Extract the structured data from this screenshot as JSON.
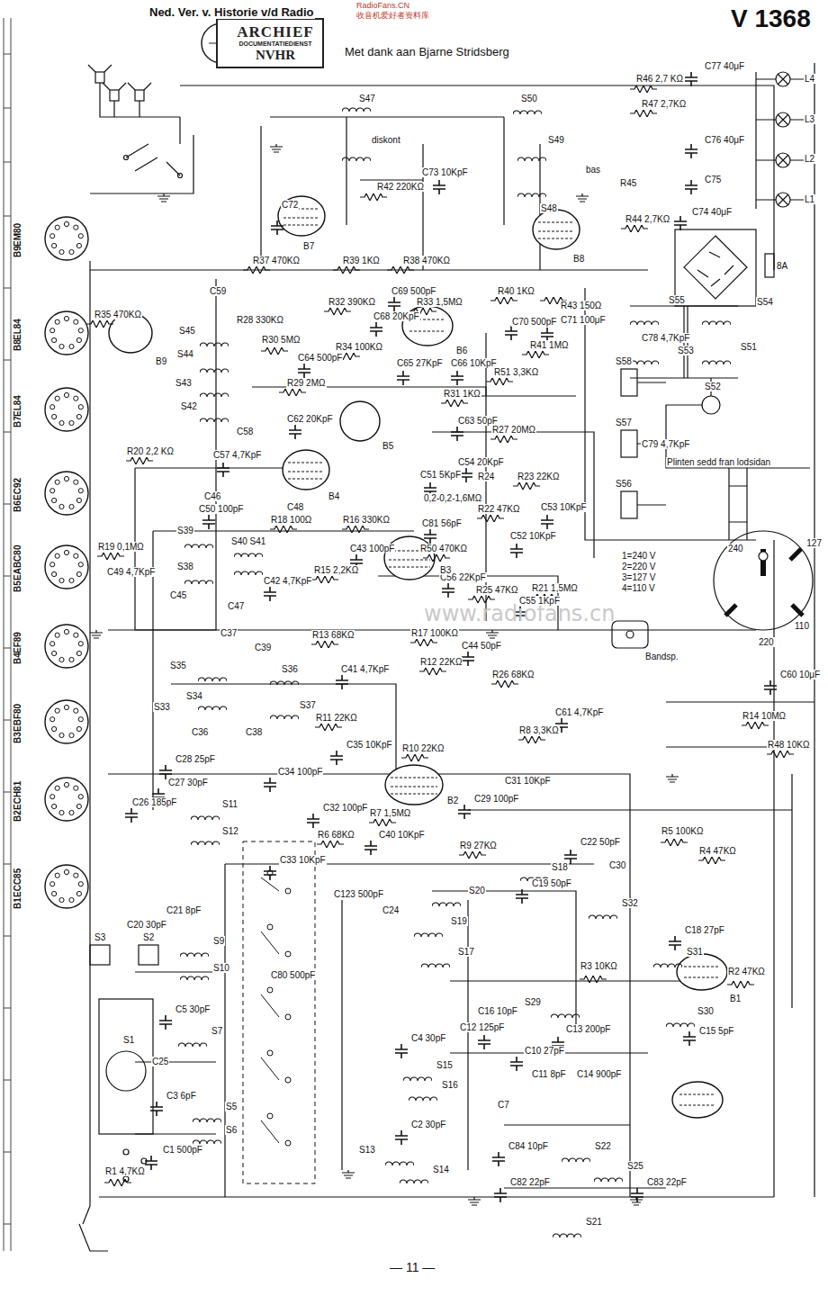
{
  "diagram": {
    "title": "V 1368",
    "nodes": [
      {
        "text": [
          "ARCHIEF",
          "DOCUMENTATIEDIENST",
          "NVHR"
        ]
      },
      {
        "text": [
          "B9",
          "EM80"
        ]
      },
      {
        "text": [
          "B8",
          "EL84"
        ]
      },
      {
        "text": [
          "B7",
          "EL84"
        ]
      },
      {
        "text": [
          "B6",
          "EC92"
        ]
      },
      {
        "text": [
          "B5",
          "EABC80"
        ]
      },
      {
        "text": [
          "B4",
          "EF89"
        ]
      },
      {
        "text": [
          "B3",
          "EBF80"
        ]
      },
      {
        "text": [
          "B2",
          "ECH81"
        ]
      },
      {
        "text": [
          "B1",
          "ECC85"
        ]
      }
    ],
    "labels": [
      "Ned. Ver. v. Historie v/d Radio",
      "Met dank aan Bjarne Stridsberg",
      "RadioFans.CN",
      "收音机爱好者资料库",
      "www.radiofans.cn",
      "— 11 —",
      "S47",
      "diskont",
      "C72",
      "R42 220KΩ",
      "C73 10KpF",
      "S50",
      "S49",
      "S48",
      "bas",
      "R46 2,7 KΩ",
      "R47 2,7KΩ",
      "C77 40μF",
      "C76 40μF",
      "R45",
      "C75",
      "R44 2,7KΩ",
      "C74 40μF",
      "L4",
      "L3",
      "L2",
      "L1",
      "8A",
      "S55",
      "S54",
      "S53",
      "S52",
      "S51",
      "S58",
      "C78 4,7KpF",
      "S57",
      "C79 4,7KpF",
      "S56",
      "Plinten sedd fran lodsidan",
      "R43 150Ω",
      "C71 100μF",
      "R40 1KΩ",
      "R41 1MΩ",
      "C70 500pF",
      "R38 470KΩ",
      "R39 1KΩ",
      "R37 470KΩ",
      "R35 470KΩ",
      "C69 500pF",
      "R32 390KΩ",
      "R33 1,5MΩ",
      "C68 20KpF",
      "R34 100KΩ",
      "R30 5MΩ",
      "C64 500pF",
      "R28 330KΩ",
      "R29 2MΩ",
      "C65 27KpF",
      "C66 10KpF",
      "R31 1KΩ",
      "R51 3,3KΩ",
      "C63 50pF",
      "R27 20MΩ",
      "C62 20KpF",
      "C59",
      "S45",
      "S44",
      "S43",
      "S42",
      "C58",
      "C57 4,7KpF",
      "R20 2,2 KΩ",
      "C54 20KpF",
      "R24",
      "R23 22KΩ",
      "C51 5KpF",
      "R22 47KΩ",
      "C53 10KpF",
      "C52 10KpF",
      "C81 56pF",
      "R50 470KΩ",
      "0,2-0,2-1,6MΩ",
      "R21 1,5MΩ",
      "1=240 V",
      "2=220 V",
      "3=127 V",
      "4=110 V",
      "240",
      "127",
      "110",
      "220",
      "Bandsp.",
      "R19 0,1MΩ",
      "C49 4,7KpF",
      "C50 100pF",
      "C46",
      "R18 100Ω",
      "C48",
      "R16 330KΩ",
      "C43 100pF",
      "S39",
      "S38",
      "S40 S41",
      "C45",
      "C47",
      "C42 4,7KpF",
      "R15 2,2KΩ",
      "C56 22KpF",
      "R25 47KΩ",
      "C55 1KpF",
      "R17 100KΩ",
      "C44 50pF",
      "R13 68KΩ",
      "C41 4,7KpF",
      "R12 22KΩ",
      "R26 68KΩ",
      "C37",
      "C39",
      "S35",
      "S36",
      "S34",
      "S33",
      "S37",
      "C36",
      "C38",
      "R11 22KΩ",
      "C35 10KpF",
      "R10 22KΩ",
      "C34 100pF",
      "C61 4,7KpF",
      "R8 3,3KΩ",
      "R14 10MΩ",
      "C60 10μF",
      "R48 10KΩ",
      "C28 25pF",
      "C27 30pF",
      "C26 185pF",
      "S11",
      "S12",
      "C32 100pF",
      "R6 68KΩ",
      "C33 10KpF",
      "R7 1,5MΩ",
      "C40 10KpF",
      "C29 100pF",
      "C31 10KpF",
      "R9 27KΩ",
      "R5 100KΩ",
      "R4 47KΩ",
      "C21 8pF",
      "C20 30pF",
      "S9",
      "S10",
      "S3",
      "S2",
      "C123 500pF",
      "C24",
      "C22 50pF",
      "S18",
      "C19 50pF",
      "S20",
      "S19",
      "S17",
      "C30",
      "S32",
      "C18 27pF",
      "S31",
      "R3 10KΩ",
      "R2 47KΩ",
      "S29",
      "S30",
      "C15 5pF",
      "C80 500pF",
      "C5 30pF",
      "S7",
      "S1",
      "C25",
      "C3 6pF",
      "S5",
      "S6",
      "C1 500pF",
      "R1 4,7KΩ",
      "C4 30pF",
      "S15",
      "S16",
      "C2 30pF",
      "S13",
      "S14",
      "C16 10pF",
      "C12 125pF",
      "C10 27pF",
      "C11 8pF",
      "C13 200pF",
      "C14 900pF",
      "C7",
      "C84 10pF",
      "S22",
      "S25",
      "C82 22pF",
      "C83 22pF",
      "S21",
      "B7",
      "B8",
      "B6",
      "B9",
      "B4",
      "B5",
      "B3",
      "B2",
      "B1"
    ]
  }
}
